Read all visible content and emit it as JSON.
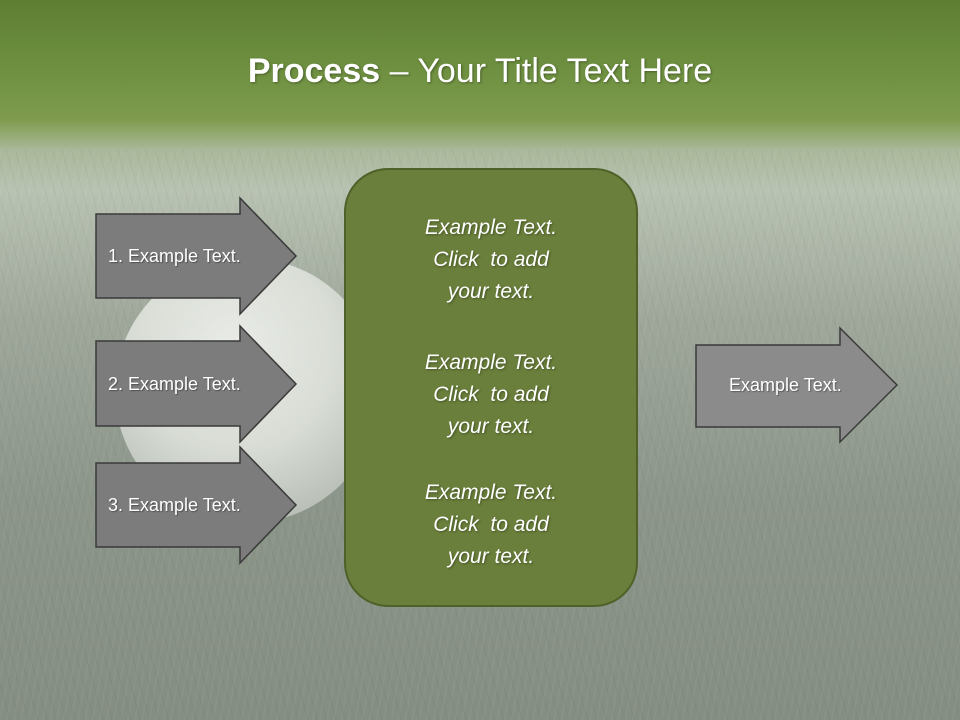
{
  "title": {
    "bold": "Process",
    "rest": " – Your Title Text Here"
  },
  "input_arrows": [
    {
      "label": "1. Example Text."
    },
    {
      "label": "2. Example Text."
    },
    {
      "label": "3. Example Text."
    }
  ],
  "center_box": {
    "blocks": [
      {
        "lines": [
          "Example Text.",
          "Click  to add",
          "your text."
        ]
      },
      {
        "lines": [
          "Example Text.",
          "Click  to add",
          "your text."
        ]
      },
      {
        "lines": [
          "Example Text.",
          "Click  to add",
          "your text."
        ]
      }
    ]
  },
  "output_arrow": {
    "label": "Example Text."
  },
  "colors": {
    "arrow_fill": "#7c7c7c",
    "output_arrow_fill": "#8b8b8b",
    "arrow_stroke": "#3a3a3a",
    "center_box_fill": "#6a7f3b",
    "center_box_stroke": "#4f6128",
    "title_band": "#6e9040"
  }
}
